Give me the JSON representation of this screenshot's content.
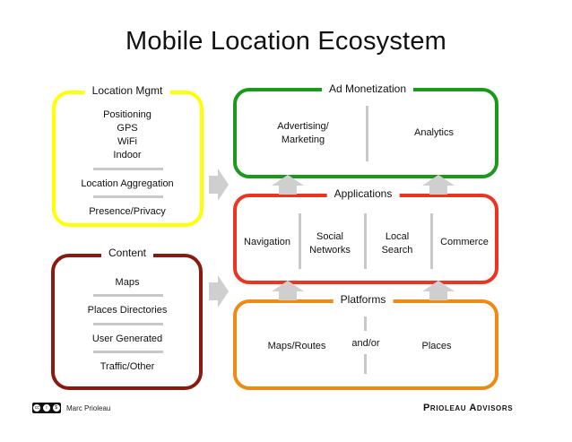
{
  "title": "Mobile Location Ecosystem",
  "location_mgmt": {
    "label": "Location Mgmt",
    "color": "#ffff00",
    "group1": [
      "Positioning",
      "GPS",
      "WiFi",
      "Indoor"
    ],
    "item_aggregation": "Location Aggregation",
    "item_privacy": "Presence/Privacy"
  },
  "content": {
    "label": "Content",
    "color": "#8b1a0e",
    "items": [
      "Maps",
      "Places Directories",
      "User Generated",
      "Traffic/Other"
    ]
  },
  "ad_monetization": {
    "label": "Ad Monetization",
    "color": "#1a9a1a",
    "left_line1": "Advertising/",
    "left_line2": "Marketing",
    "right": "Analytics"
  },
  "applications": {
    "label": "Applications",
    "color": "#ee3322",
    "col1": "Navigation",
    "col2_line1": "Social",
    "col2_line2": "Networks",
    "col3_line1": "Local",
    "col3_line2": "Search",
    "col4": "Commerce"
  },
  "platforms": {
    "label": "Platforms",
    "color": "#ef8a12",
    "left": "Maps/Routes",
    "middle": "and/or",
    "right": "Places"
  },
  "footer": {
    "author": "Marc Prioleau",
    "company": "Prioleau Advisors",
    "license_badge": "cc-by-icon"
  }
}
